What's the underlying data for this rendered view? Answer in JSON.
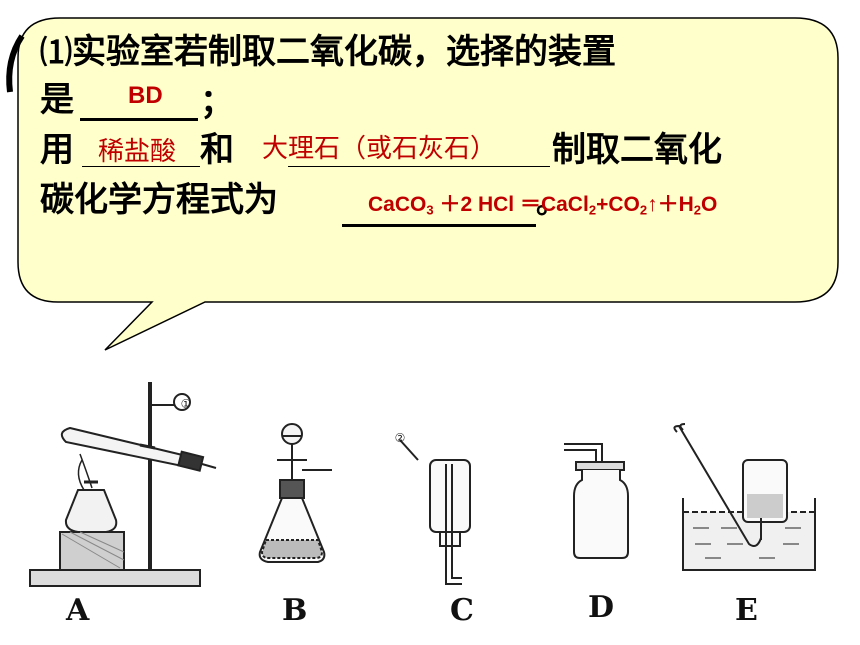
{
  "question": {
    "number": "⑴",
    "line1": "实验室若制取二氧化碳，选择的装置",
    "line2_prefix": "是",
    "line2_suffix": "；",
    "line3_prefix": "用",
    "line3_mid": "和",
    "line3_suffix": "制取二氧化",
    "line4_prefix": "碳化学方程式为",
    "line4_suffix": "。"
  },
  "answers": {
    "device": "BD",
    "reagent1": "稀盐酸",
    "reagent2": "大理石（或石灰石）",
    "equation": {
      "p1": "CaCO",
      "s1": "3",
      "p2": " ＋2 HCl ＝CaCl",
      "s2": "2",
      "p3": "+CO",
      "s3": "2",
      "p4": "↑＋H",
      "s4": "2",
      "p5": "O"
    }
  },
  "apparatus": {
    "labels": [
      "A",
      "B",
      "C",
      "D",
      "E"
    ],
    "callout1": "①",
    "callout2": "②"
  },
  "colors": {
    "bubble": "#ffffcc",
    "answer": "#c00000"
  }
}
